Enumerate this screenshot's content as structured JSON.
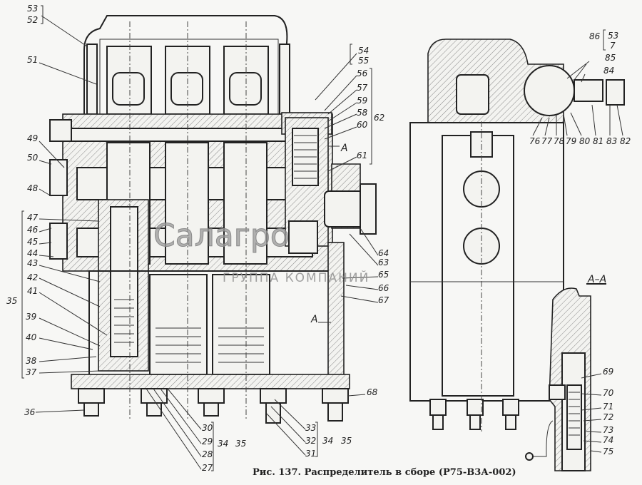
{
  "figure": {
    "caption": "Рис. 137. Распределитель в сборе (Р75-В3А-002)",
    "section_label": "А–А",
    "view_arrow_label_1": "А",
    "view_arrow_label_2": "А",
    "watermark": {
      "brand": "Салагро",
      "subtitle": "ГРУППА КОМПАНИЙ"
    }
  },
  "labels": {
    "left": [
      "53",
      "52",
      "51",
      "49",
      "50",
      "48",
      "47",
      "46",
      "45",
      "44",
      "43",
      "42",
      "41",
      "35",
      "39",
      "40",
      "38",
      "37",
      "36"
    ],
    "right_of_main": [
      "54",
      "55",
      "56",
      "57",
      "59",
      "58",
      "62",
      "60",
      "61",
      "64",
      "63",
      "65",
      "66",
      "67",
      "68"
    ],
    "bottom_group_1": [
      "30",
      "29",
      "28",
      "27",
      "34",
      "35"
    ],
    "bottom_group_2": [
      "33",
      "32",
      "31",
      "34",
      "35"
    ],
    "side_view_top": [
      "86",
      "53",
      "7",
      "85",
      "84"
    ],
    "side_view_bottom": [
      "76",
      "77",
      "78",
      "79",
      "80",
      "81",
      "83",
      "82"
    ],
    "section_aa": [
      "69",
      "70",
      "71",
      "72",
      "73",
      "74",
      "75"
    ]
  }
}
